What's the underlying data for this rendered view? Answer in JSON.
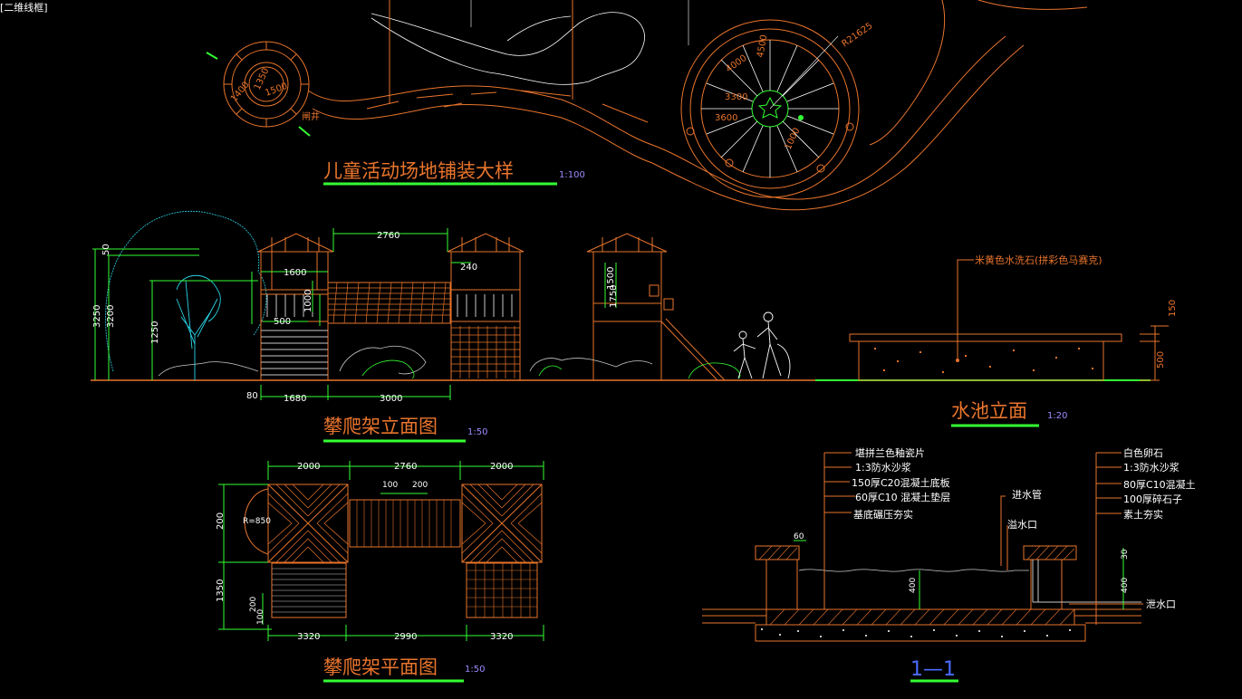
{
  "viewport_label": "[二维线框]",
  "colors": {
    "orange": "#e8742c",
    "green": "#33ff33",
    "white": "#ffffff",
    "yellow": "#ffff00",
    "purple": "#9b8cff",
    "cyan": "#2bd5e8",
    "blue": "#4a6cff",
    "gray": "#c8c8c8"
  },
  "drawings": {
    "plaza": {
      "title": "儿童活动场地铺装大样",
      "scale": "1:100",
      "labels": {
        "r": "R21625",
        "d4500": "4500",
        "d4000": "4000",
        "d3300": "3300",
        "d3600": "3600",
        "d1000": "1000",
        "c1350": "1350",
        "c1500": "1500",
        "c1400": "1400",
        "inlet": "闸井"
      }
    },
    "climb_elev": {
      "title": "攀爬架立面图",
      "scale": "1:50",
      "dims": {
        "top": "2760",
        "d1600": "1600",
        "d240": "240",
        "d3250": "3250",
        "d3200": "3200",
        "d1250": "1250",
        "d50": "50",
        "d80": "80",
        "d1680": "1680",
        "d3000": "3000",
        "d1500": "1500",
        "d1750": "1750",
        "d500": "500",
        "d1000": "1000"
      }
    },
    "climb_plan": {
      "title": "攀爬架平面图",
      "scale": "1:50",
      "dims": {
        "t1": "2000",
        "t2": "2760",
        "t3": "2000",
        "s100": "100",
        "s200": "200",
        "r": "R=850",
        "l200": "200",
        "l1350": "1350",
        "l200b": "200",
        "l100": "100",
        "b1": "3320",
        "b2": "2990",
        "b3": "3320"
      }
    },
    "pool_elev": {
      "title": "水池立面",
      "scale": "1:20",
      "note": "米黄色水洗石(拼彩色马赛克)",
      "d150": "150",
      "d500": "500"
    },
    "section": {
      "title": "1—1",
      "left_notes": [
        "堪拼兰色釉瓷片",
        "1:3防水沙浆",
        "150厚C20混凝土底板",
        "60厚C10 混凝土垫层",
        "基底碾压夯实"
      ],
      "right_notes": [
        "白色卵石",
        "1:3防水沙浆",
        "80厚C10混凝土",
        "100厚碎石子",
        "素土夯实"
      ],
      "inlet": "进水管",
      "overflow": "溢水口",
      "drain": "泄水口",
      "d60": "60",
      "d400": "400",
      "d30": "30",
      "d400b": "400"
    }
  }
}
